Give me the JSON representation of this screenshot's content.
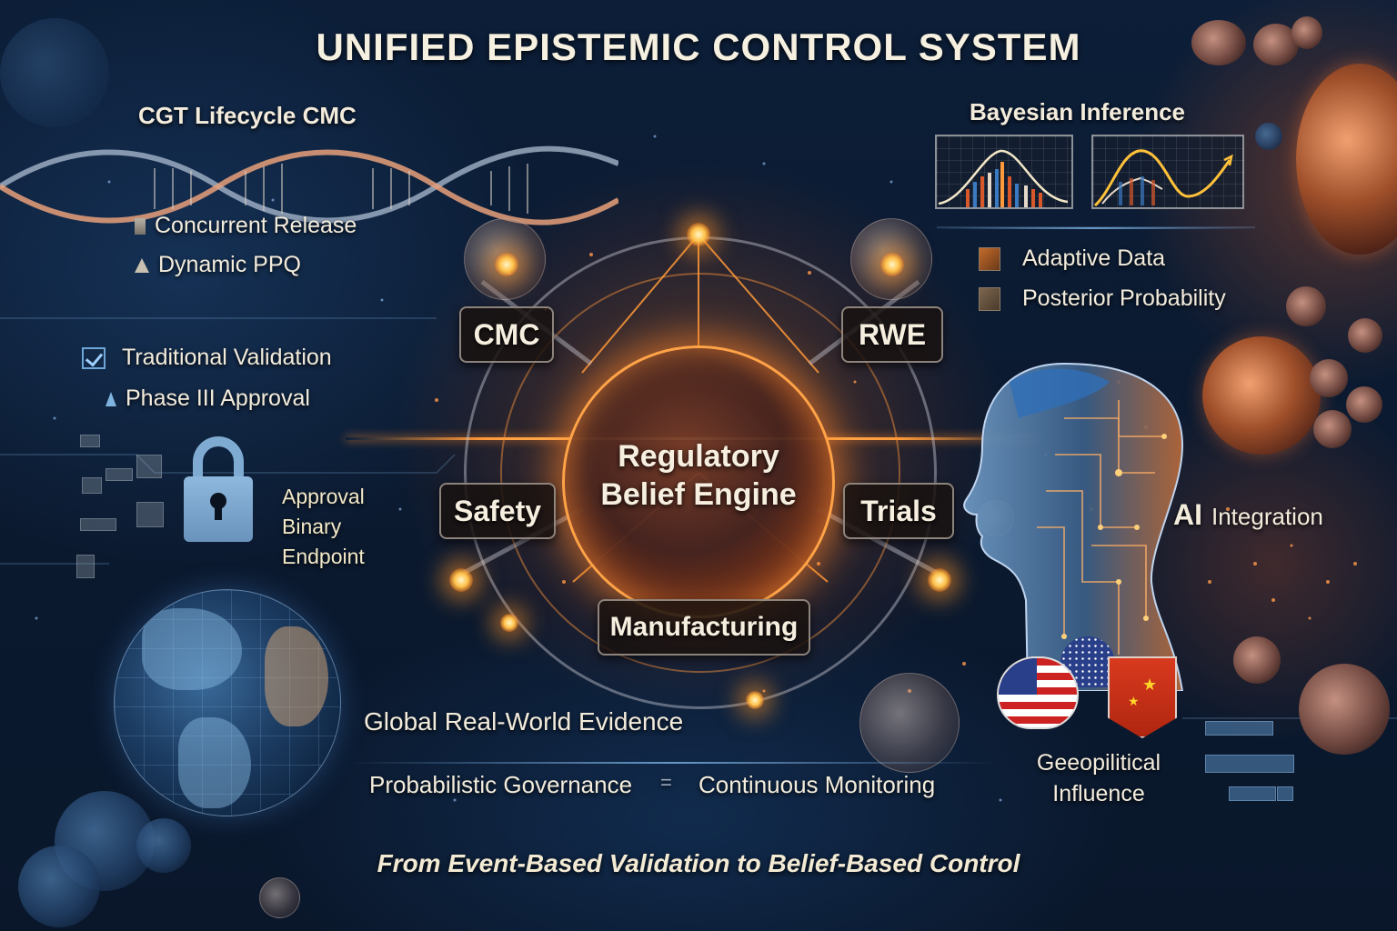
{
  "title": "UNIFIED EPISTEMIC CONTROL SYSTEM",
  "left_panel": {
    "heading": "CGT Lifecycle CMC",
    "items": [
      {
        "label": "Concurrent Release",
        "icon": "bar-bullet-icon"
      },
      {
        "label": "Dynamic PPQ",
        "icon": "triangle-bullet-icon"
      }
    ],
    "validation_items": [
      {
        "label": "Traditional Validation",
        "icon": "checkbox-checked-icon"
      },
      {
        "label": "Phase III Approval",
        "icon": "triangle-bullet-icon"
      }
    ],
    "lock_label_lines": [
      "Approval",
      "Binary",
      "Endpoint"
    ]
  },
  "center": {
    "engine_title_lines": [
      "Regulatory",
      "Belief Engine"
    ],
    "nodes": [
      {
        "id": "cmc",
        "label": "CMC"
      },
      {
        "id": "rwe",
        "label": "RWE"
      },
      {
        "id": "safety",
        "label": "Safety"
      },
      {
        "id": "trials",
        "label": "Trials"
      },
      {
        "id": "manufacturing",
        "label": "Manufacturing"
      }
    ]
  },
  "right_panel": {
    "heading": "Bayesian Inference",
    "charts": [
      {
        "name": "prior-distribution-chart",
        "curve": "bell",
        "color": "#f2e6c8"
      },
      {
        "name": "posterior-trend-chart",
        "curve": "wave-up-arrow",
        "color": "#ffc13a"
      }
    ],
    "items": [
      {
        "label": "Adaptive Data",
        "icon": "chip-icon"
      },
      {
        "label": "Posterior Probability",
        "icon": "chip-icon"
      }
    ],
    "ai_label": "AI Integration",
    "ai_prefix": "AI",
    "ai_suffix": "Integration",
    "geo_label_lines": [
      "Geeopilitical",
      "Influence"
    ]
  },
  "bottom": {
    "global_rwe": "Global Real-World Evidence",
    "governance": "Probabilistic Governance",
    "separator": "=",
    "monitoring": "Continuous Monitoring",
    "tagline": "From Event-Based Validation to Belief-Based Control"
  },
  "colors": {
    "background": "#0b1a30",
    "accent_orange": "#ff9a3a",
    "glow_yellow": "#ffd27a",
    "text_cream": "#f5efe0",
    "lock_blue": "#7faad2",
    "flag_red": "#d83a1e",
    "flag_navy": "#2a3f8a"
  }
}
